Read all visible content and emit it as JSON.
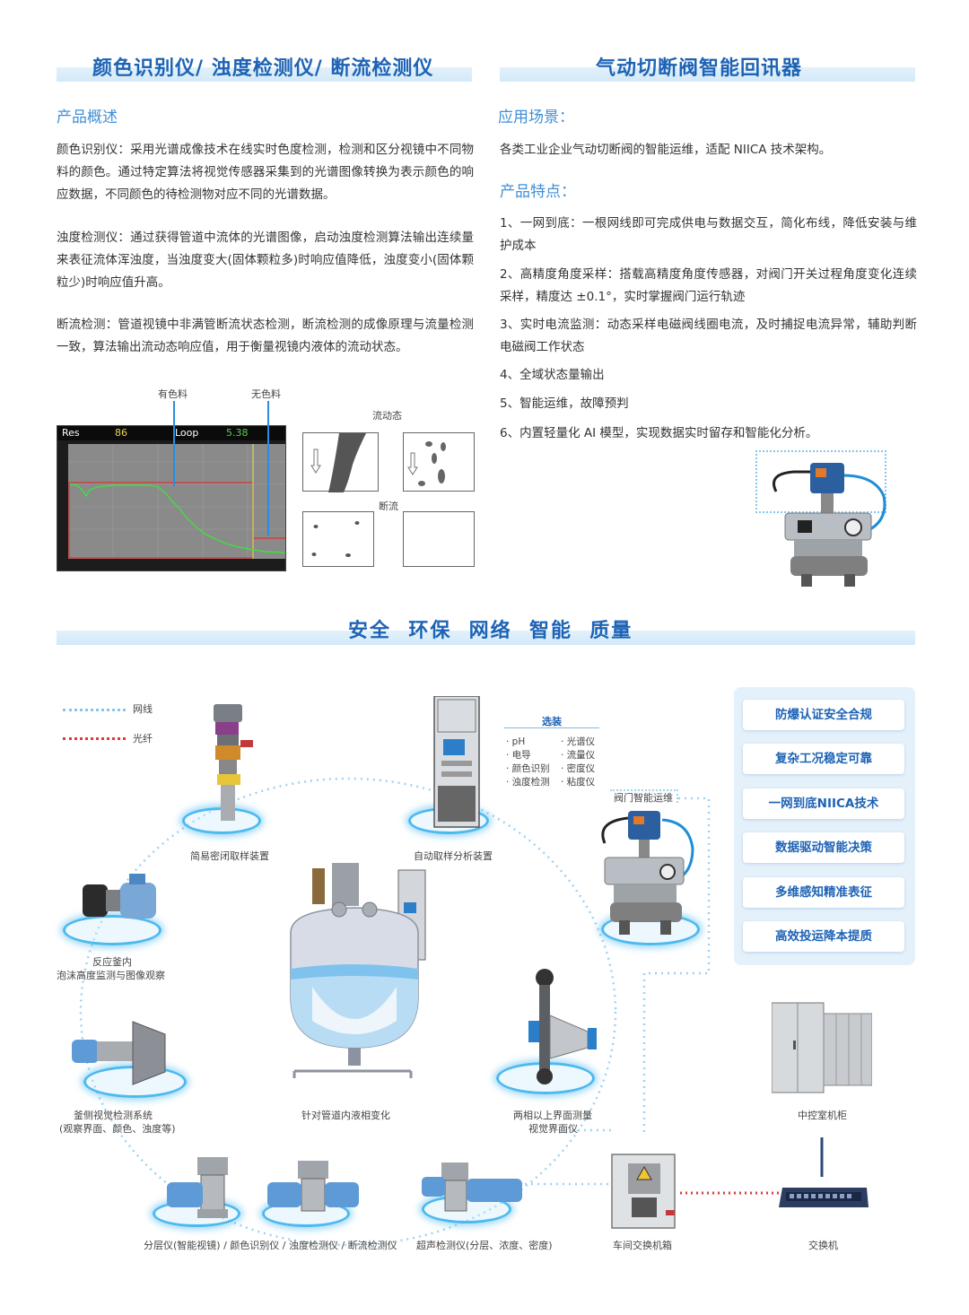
{
  "left_section": {
    "title": "颜色识别仪/ 浊度检测仪/ 断流检测仪",
    "overview_heading": "产品概述",
    "paragraphs": [
      "颜色识别仪：采用光谱成像技术在线实时色度检测，检测和区分视镜中不同物料的颜色。通过特定算法将视觉传感器采集到的光谱图像转换为表示颜色的响应数据，不同颜色的待检测物对应不同的光谱数据。",
      "浊度检测仪：通过获得管道中流体的光谱图像，启动浊度检测算法输出连续量来表征流体浑浊度，当浊度变大(固体颗粒多)时响应值降低，浊度变小(固体颗粒少)时响应值升高。",
      "断流检测：管道视镜中非满管断流状态检测，断流检测的成像原理与流量检测一致，算法输出流动态响应值，用于衡量视镜内液体的流动状态。"
    ]
  },
  "chart": {
    "label_colored": "有色料",
    "label_clear": "无色料",
    "res_label": "Res",
    "res_value": "86",
    "loop_label": "Loop",
    "loop_value": "5.38",
    "flow_label": "流动态",
    "cutoff_label": "断流"
  },
  "right_section": {
    "title": "气动切断阀智能回讯器",
    "scene_heading": "应用场景：",
    "scene_text": "各类工业企业气动切断阀的智能运维，适配 NIICA 技术架构。",
    "features_heading": "产品特点：",
    "features": [
      "1、一网到底：一根网线即可完成供电与数据交互，简化布线，降低安装与维护成本",
      "2、高精度角度采样：搭载高精度角度传感器，对阀门开关过程角度变化连续采样，精度达 ±0.1°，实时掌握阀门运行轨迹",
      "3、实时电流监测：动态采样电磁阀线圈电流，及时捕捉电流异常，辅助判断电磁阀工作状态",
      "4、全域状态量输出",
      "5、智能运维，故障预判",
      "6、内置轻量化 AI 模型，实现数据实时留存和智能化分析。"
    ]
  },
  "bottom_section": {
    "title": "安全  环保  网络  智能  质量",
    "legend": {
      "network": "网线",
      "fiber": "光纤"
    },
    "options_title": "选装",
    "options_left": [
      "· pH",
      "· 电导",
      "· 颜色识别",
      "· 浊度检测"
    ],
    "options_right": [
      "· 光谱仪",
      "· 流量仪",
      "· 密度仪",
      "· 粘度仪"
    ],
    "valve_label": "阀门智能运维",
    "captions": {
      "sampling": "简易密闭取样装置",
      "auto_sampling": "自动取样分析装置",
      "reactor_line1": "反应釜内",
      "reactor_line2": "泡沫高度监测与图像观察",
      "side_line1": "釜侧视觉检测系统",
      "side_line2": "(观察界面、颜色、浊度等)",
      "pipe_phase": "针对管道内液相变化",
      "interface_line1": "两相以上界面测量",
      "interface_line2": "视觉界面仪",
      "cabinet": "中控室机柜",
      "layer": "分层仪(智能视镜) / 颜色识别仪 / 浊度检测仪 / 断流检测仪",
      "ultrasonic": "超声检测仪(分层、浓度、密度)",
      "switch_box": "车间交换机箱",
      "switch": "交换机"
    },
    "feature_buttons": [
      "防爆认证安全合规",
      "复杂工况稳定可靠",
      "一网到底NIICA技术",
      "数据驱动智能决策",
      "多维感知精准表征",
      "高效投运降本提质"
    ]
  }
}
